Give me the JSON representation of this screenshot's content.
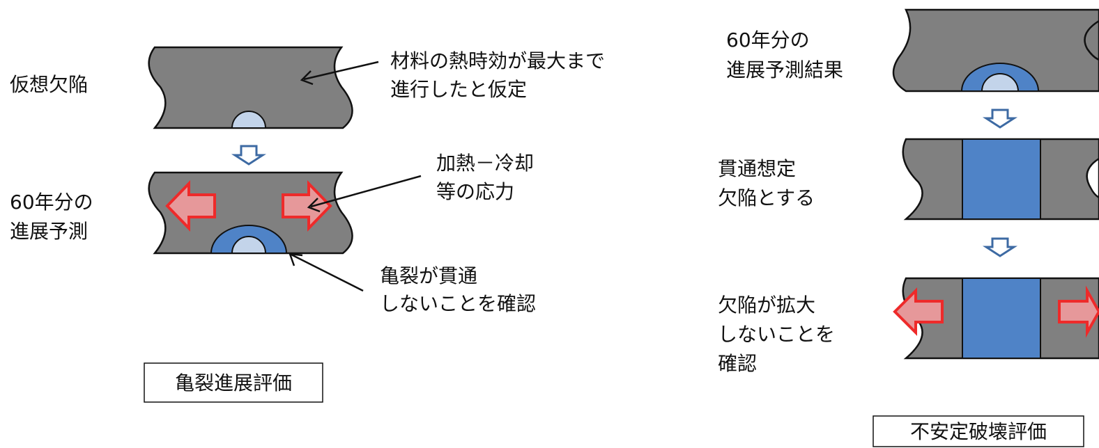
{
  "colors": {
    "plate": "#808080",
    "plate_outline": "#111111",
    "defect_initial": "#c3d4ea",
    "defect_grown": "#4f83c7",
    "through_crack": "#4f83c7",
    "stress_arrow_fill": "#e6989a",
    "stress_arrow_stroke": "#ee2a2a",
    "flow_arrow_stroke": "#3d6aa3"
  },
  "icons": {
    "flow_arrow": "down-arrow-icon",
    "stress_arrow": "stress-arrow-icon"
  },
  "left_panel": {
    "step1_label": "仮想欠陥",
    "step1_note": [
      "材料の熱時効が最大まで",
      "進行したと仮定"
    ],
    "step2_label": [
      "60年分の",
      "進展予測"
    ],
    "step2_stress_note": [
      "加熱－冷却",
      "等の応力"
    ],
    "step2_crack_note": [
      "亀裂が貫通",
      "しないことを確認"
    ],
    "caption": "亀裂進展評価"
  },
  "right_panel": {
    "step1_label": [
      "60年分の",
      "進展予測結果"
    ],
    "step2_label": [
      "貫通想定",
      "欠陥とする"
    ],
    "step3_label": [
      "欠陥が拡大",
      "しないことを",
      "確認"
    ],
    "caption": "不安定破壊評価"
  }
}
